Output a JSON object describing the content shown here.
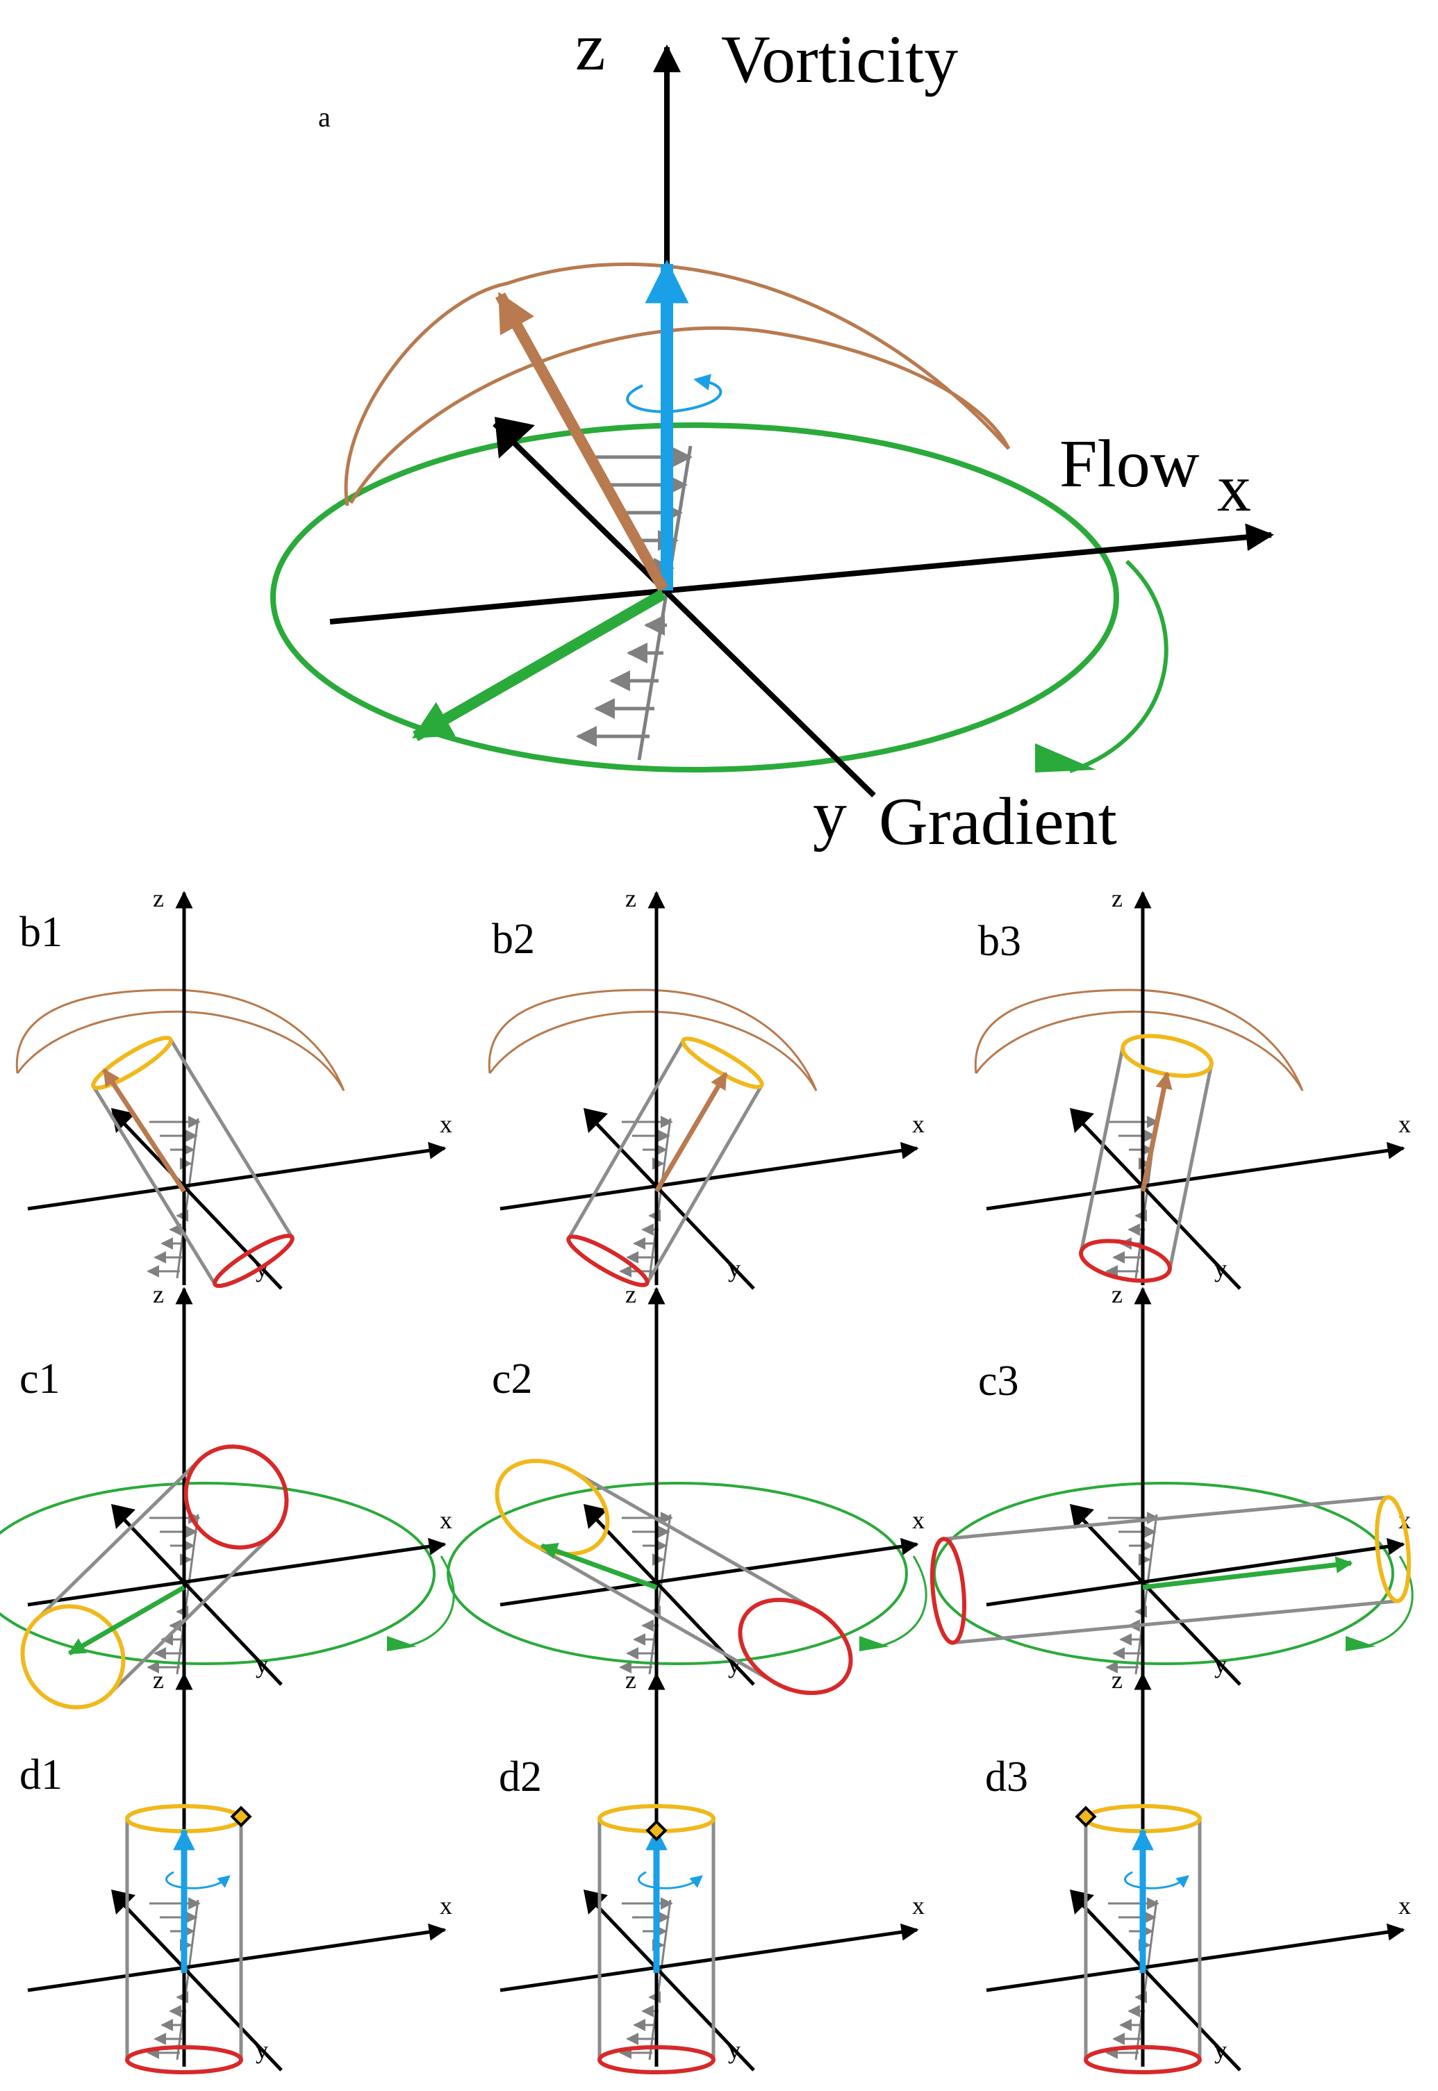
{
  "figure": {
    "main": {
      "panel_label": "a",
      "z_label": "z",
      "vorticity_label": "Vorticity",
      "flow_label": "Flow",
      "x_label": "x",
      "y_label": "y",
      "gradient_label": "Gradient"
    },
    "axis_labels": {
      "x": "x",
      "y": "y",
      "z": "z"
    },
    "rows": [
      {
        "panels": [
          "b1",
          "b2",
          "b3"
        ]
      },
      {
        "panels": [
          "c1",
          "c2",
          "c3"
        ]
      },
      {
        "panels": [
          "d1",
          "d2",
          "d3"
        ]
      }
    ]
  },
  "colors": {
    "axis": "#000000",
    "vorticity": "#1aa0e6",
    "flow_tilt": "#b87a4e",
    "gradient": "#2aaa3a",
    "profile": "#808080",
    "cylinder": "#8c8c8c",
    "cap_top": "#f0b81a",
    "cap_bottom": "#d82828"
  }
}
